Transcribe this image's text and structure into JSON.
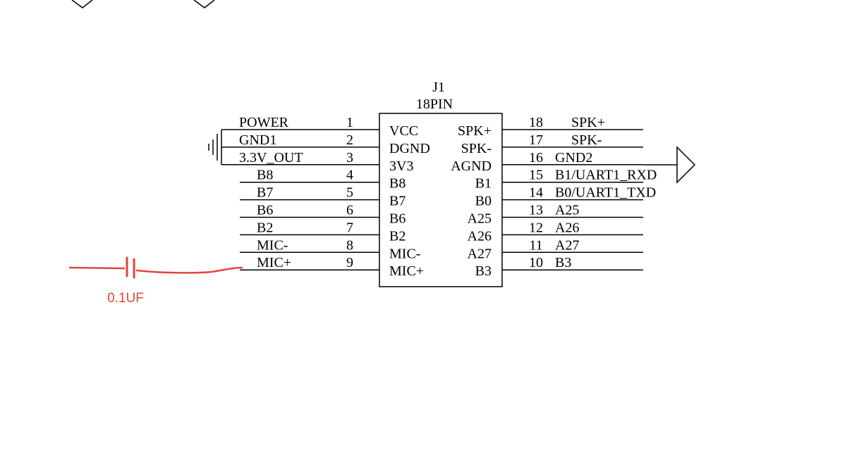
{
  "component": {
    "designator": "J1",
    "value": "18PIN"
  },
  "left_pins": [
    {
      "net": "POWER",
      "number": "1",
      "inner": "VCC"
    },
    {
      "net": "GND1",
      "number": "2",
      "inner": "DGND"
    },
    {
      "net": "3.3V_OUT",
      "number": "3",
      "inner": "3V3"
    },
    {
      "net": "B8",
      "number": "4",
      "inner": "B8"
    },
    {
      "net": "B7",
      "number": "5",
      "inner": "B7"
    },
    {
      "net": "B6",
      "number": "6",
      "inner": "B6"
    },
    {
      "net": "B2",
      "number": "7",
      "inner": "B2"
    },
    {
      "net": "MIC-",
      "number": "8",
      "inner": "MIC-"
    },
    {
      "net": "MIC+",
      "number": "9",
      "inner": "MIC+"
    }
  ],
  "right_pins": [
    {
      "net": "SPK+",
      "number": "18",
      "inner": "SPK+"
    },
    {
      "net": "SPK-",
      "number": "17",
      "inner": "SPK-"
    },
    {
      "net": "GND2",
      "number": "16",
      "inner": "AGND"
    },
    {
      "net": "B1/UART1_RXD",
      "number": "15",
      "inner": "B1"
    },
    {
      "net": "B0/UART1_TXD",
      "number": "14",
      "inner": "B0"
    },
    {
      "net": "A25",
      "number": "13",
      "inner": "A25"
    },
    {
      "net": "A26",
      "number": "12",
      "inner": "A26"
    },
    {
      "net": "A27",
      "number": "11",
      "inner": "A27"
    },
    {
      "net": "B3",
      "number": "10",
      "inner": "B3"
    }
  ],
  "annotation": {
    "capacitor_label": "0.1UF",
    "color": "#e0463a"
  },
  "symbols": [
    "ground-icon",
    "flag-arrow-icon",
    "capacitor-icon"
  ],
  "colors": {
    "wire": "#000000",
    "annotation": "#e0463a",
    "background": "#ffffff"
  }
}
